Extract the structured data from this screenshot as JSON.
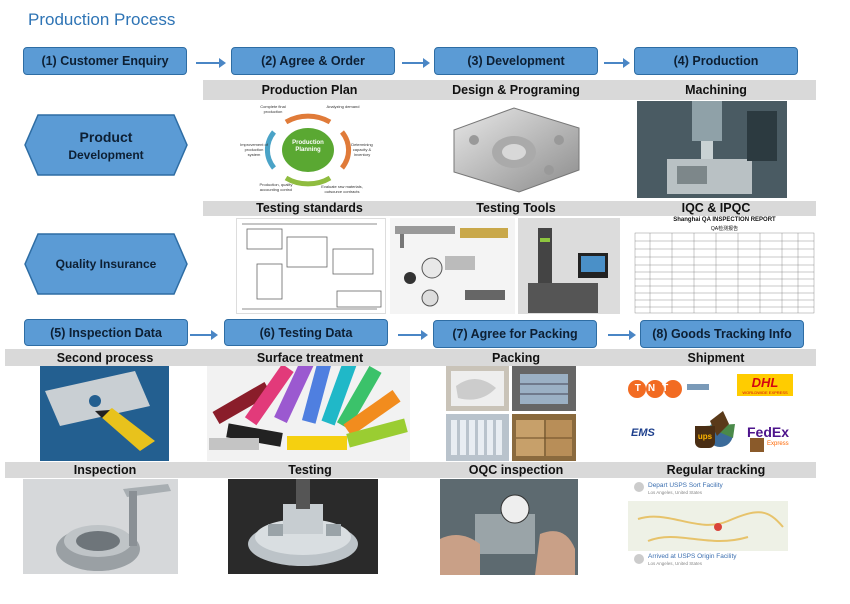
{
  "title": "Production Process",
  "row1_steps": [
    "(1)  Customer Enquiry",
    "(2)  Agree & Order",
    "(3)  Development",
    "(4)  Production"
  ],
  "row1_labels": [
    "Production Plan",
    "Design & Programing",
    "Machining"
  ],
  "cycle": {
    "center": "Production Planning",
    "items": [
      "Complete final production",
      "Analyzing demand",
      "Determining capacity & Inventory",
      "Evaluate raw materials, outsource contracts",
      "Production, quality accounting control",
      "Improvement of production system"
    ]
  },
  "product_dev": {
    "line1": "Product",
    "line2": "Development"
  },
  "row2_labels": [
    "Testing standards",
    "Testing Tools",
    "IQC & IPQC"
  ],
  "quality": "Quality Insurance",
  "report": {
    "title": "Shanghai QA INSPECTION REPORT",
    "subtitle": "QA检测报告"
  },
  "row3_steps": [
    "(5)  Inspection Data",
    "(6)  Testing Data",
    "(7)  Agree for Packing",
    "(8)  Goods Tracking Info"
  ],
  "row3_labels": [
    "Second process",
    "Surface treatment",
    "Packing",
    "Shipment"
  ],
  "carriers": {
    "tnt": "TNT",
    "dhl": "DHL",
    "dhl_sub": "WORLDWIDE EXPRESS",
    "ems": "EMS",
    "ups": "ups",
    "fedex": "FedEx",
    "fedex_sub": "Express"
  },
  "row4_labels": [
    "Inspection",
    "Testing",
    "OQC inspection",
    "Regular tracking"
  ],
  "tracking": {
    "depart": "Depart USPS Sort Facility",
    "depart_loc": "Los Angeles, United States",
    "arrive": "Arrived at USPS Origin Facility",
    "arrive_loc": "Los Angeles, United States"
  },
  "colors": {
    "accent": "#5b9bd5",
    "title": "#2e74b5",
    "label_bar": "#d9d9d9"
  }
}
